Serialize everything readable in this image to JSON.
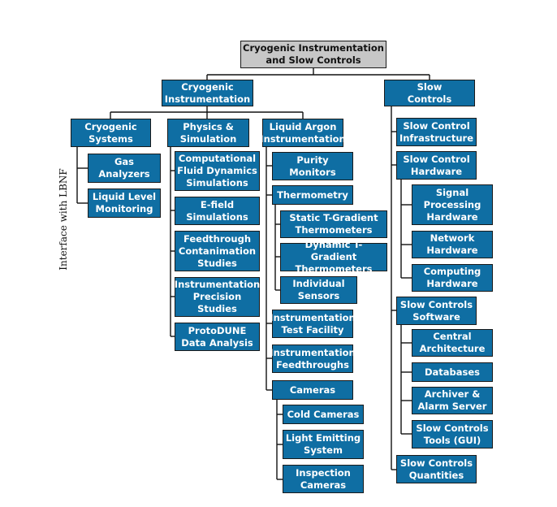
{
  "side_label": "Interface with LBNF",
  "colors": {
    "node_fill": "#0f6ea3",
    "root_fill": "#c7c7c7",
    "line": "#111111"
  },
  "nodes": {
    "root": "Cryogenic Instrumentation\nand Slow Controls",
    "cryo_instr": "Cryogenic\nInstrumentation",
    "slow_controls": "Slow\nControls",
    "cryo_systems": "Cryogenic\nSystems",
    "gas_analyzers": "Gas\nAnalyzers",
    "liquid_level": "Liquid Level\nMonitoring",
    "physics_sim": "Physics &\nSimulation",
    "cfd": "Computational\nFluid Dynamics\nSimulations",
    "efield": "E-field\nSimulations",
    "feedthrough_cont": "Feedthrough\nContanimation\nStudies",
    "instr_precision": "Instrumentation\nPrecision\nStudies",
    "protodune": "ProtoDUNE\nData Analysis",
    "lar_instr": "Liquid Argon\nInstrumentation",
    "purity": "Purity\nMonitors",
    "thermometry": "Thermometry",
    "static_t": "Static T-Gradient\nThermometers",
    "dynamic_t": "Dynamic T-Gradient\nThermometers",
    "individual": "Individual\nSensors",
    "test_facility": "Instrumentation\nTest Facility",
    "feedthroughs": "Instrumentation\nFeedthroughs",
    "cameras": "Cameras",
    "cold_cameras": "Cold Cameras",
    "light_emitting": "Light Emitting\nSystem",
    "inspection": "Inspection\nCameras",
    "sc_infra": "Slow Control\nInfrastructure",
    "sc_hw": "Slow Control\nHardware",
    "signal_proc": "Signal\nProcessing\nHardware",
    "network_hw": "Network\nHardware",
    "computing_hw": "Computing\nHardware",
    "sc_sw": "Slow Controls\nSoftware",
    "central_arch": "Central\nArchitecture",
    "databases": "Databases",
    "archiver": "Archiver &\nAlarm Server",
    "sc_tools": "Slow Controls\nTools (GUI)",
    "sc_quantities": "Slow Controls\nQuantities"
  }
}
